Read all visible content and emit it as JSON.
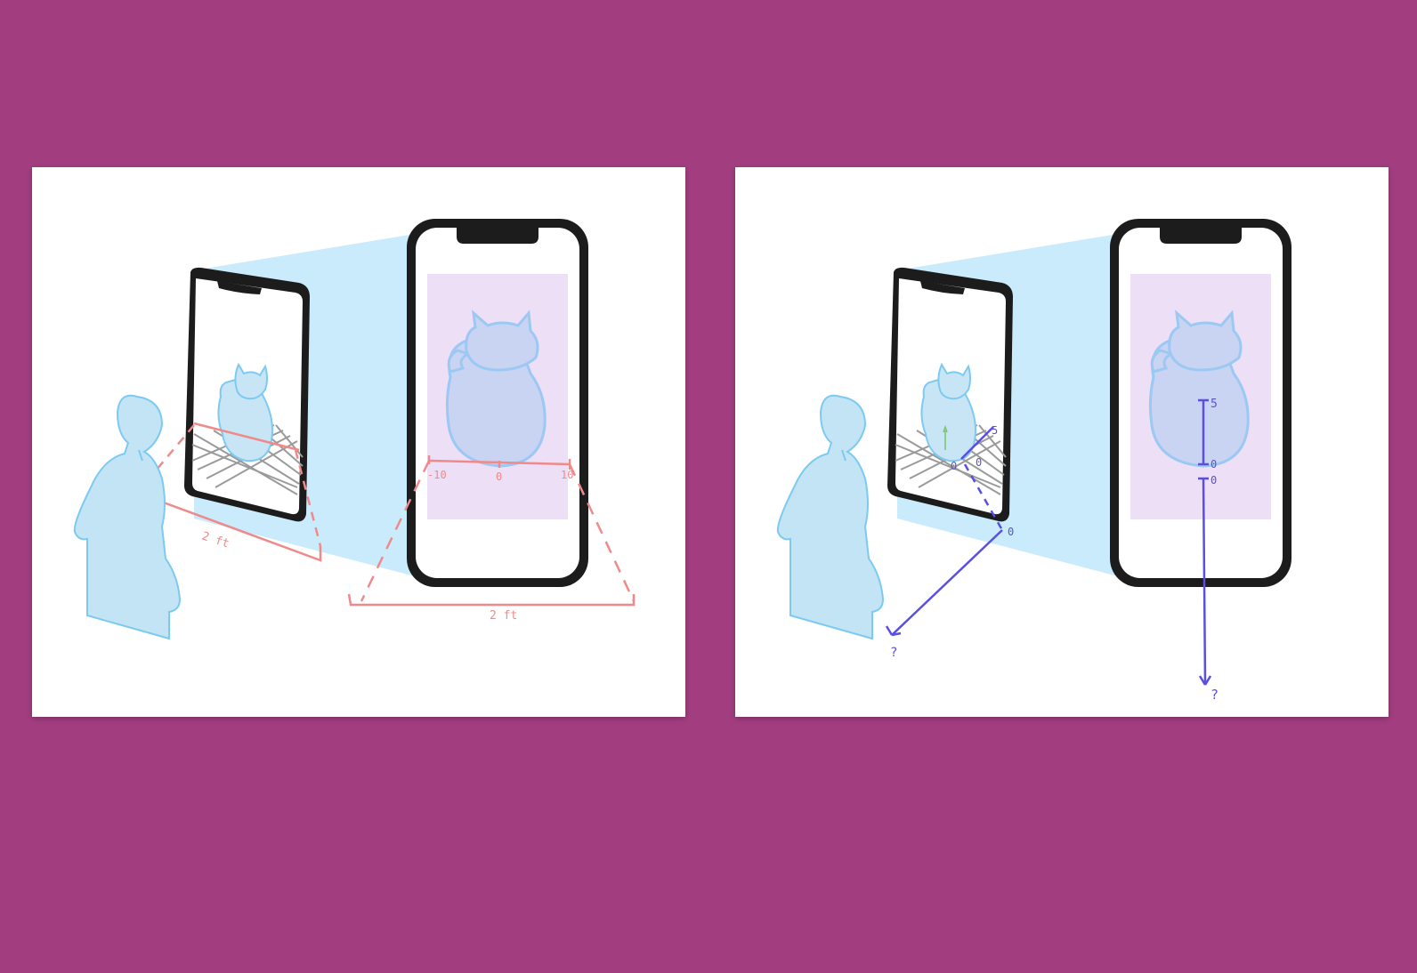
{
  "colors": {
    "background": "#a23e80",
    "panel": "#ffffff",
    "beam": "#c9ebfb",
    "silhouette": "#c3e4f4",
    "silhouette_stroke": "#7ccaf2",
    "screen_tint": "#ecdff6",
    "cat_fill": "#c9d4f3",
    "measure_red": "#f08a8a",
    "measure_blue": "#5a4fe0",
    "phone_frame": "#1c1c1c",
    "grid": "#9a9a9a"
  },
  "left_panel": {
    "distance_label_left": "2 ft",
    "distance_label_right": "2 ft",
    "tick_neg": "-10",
    "tick_zero": "0",
    "tick_pos": "10"
  },
  "right_panel": {
    "small_phone_top_label": "5",
    "small_phone_origin_label_a": "0",
    "small_phone_origin_label_b": "0",
    "corner_origin_label": "0",
    "far_unknown_label": "?",
    "big_phone_top_label": "5",
    "big_phone_zero_label": "0",
    "big_phone_zero_label_2": "0",
    "big_phone_unknown_label": "?"
  },
  "icons": [
    "person-silhouette-icon",
    "cat-icon",
    "phone-icon",
    "ground-grid-icon"
  ]
}
